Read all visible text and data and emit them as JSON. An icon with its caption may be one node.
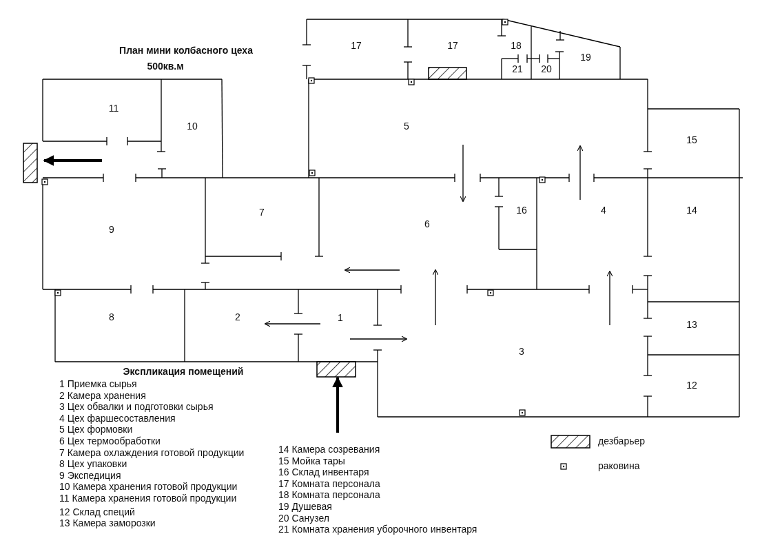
{
  "diagram": {
    "title": "План мини колбасного цеха",
    "labels": [
      "500кв.м",
      "17",
      "17",
      "18",
      "21",
      "20",
      "19",
      "11",
      "10",
      "5",
      "15",
      "7",
      "16",
      "4",
      "14",
      "6",
      "9",
      "8",
      "2",
      "1",
      "13",
      "3",
      "12",
      "Экспликация помещений",
      "1 Приемка сырья",
      "2 Камера хранения",
      "3 Цех обвалки и подготовки сырья",
      "4 Цех фаршесоставления",
      "5 Цех формовки",
      "6 Цех термообработки",
      "7 Камера охлаждения готовой продукции",
      "8 Цех упаковки",
      "9 Экспедиция",
      "10 Камера хранения готовой продукции",
      "11 Камера хранения готовой продукции",
      "12 Склад специй",
      "13 Камера заморозки",
      "14 Камера созревания",
      "15 Мойка тары",
      "16 Склад инвентаря",
      "17 Комната персонала",
      "18 Комната персонала",
      "19 Душевая",
      "20 Санузел",
      "21 Комната хранения уборочного инвентаря"
    ],
    "legend": [
      {
        "text": "дезбарьер"
      },
      {
        "text": "раковина"
      }
    ]
  }
}
